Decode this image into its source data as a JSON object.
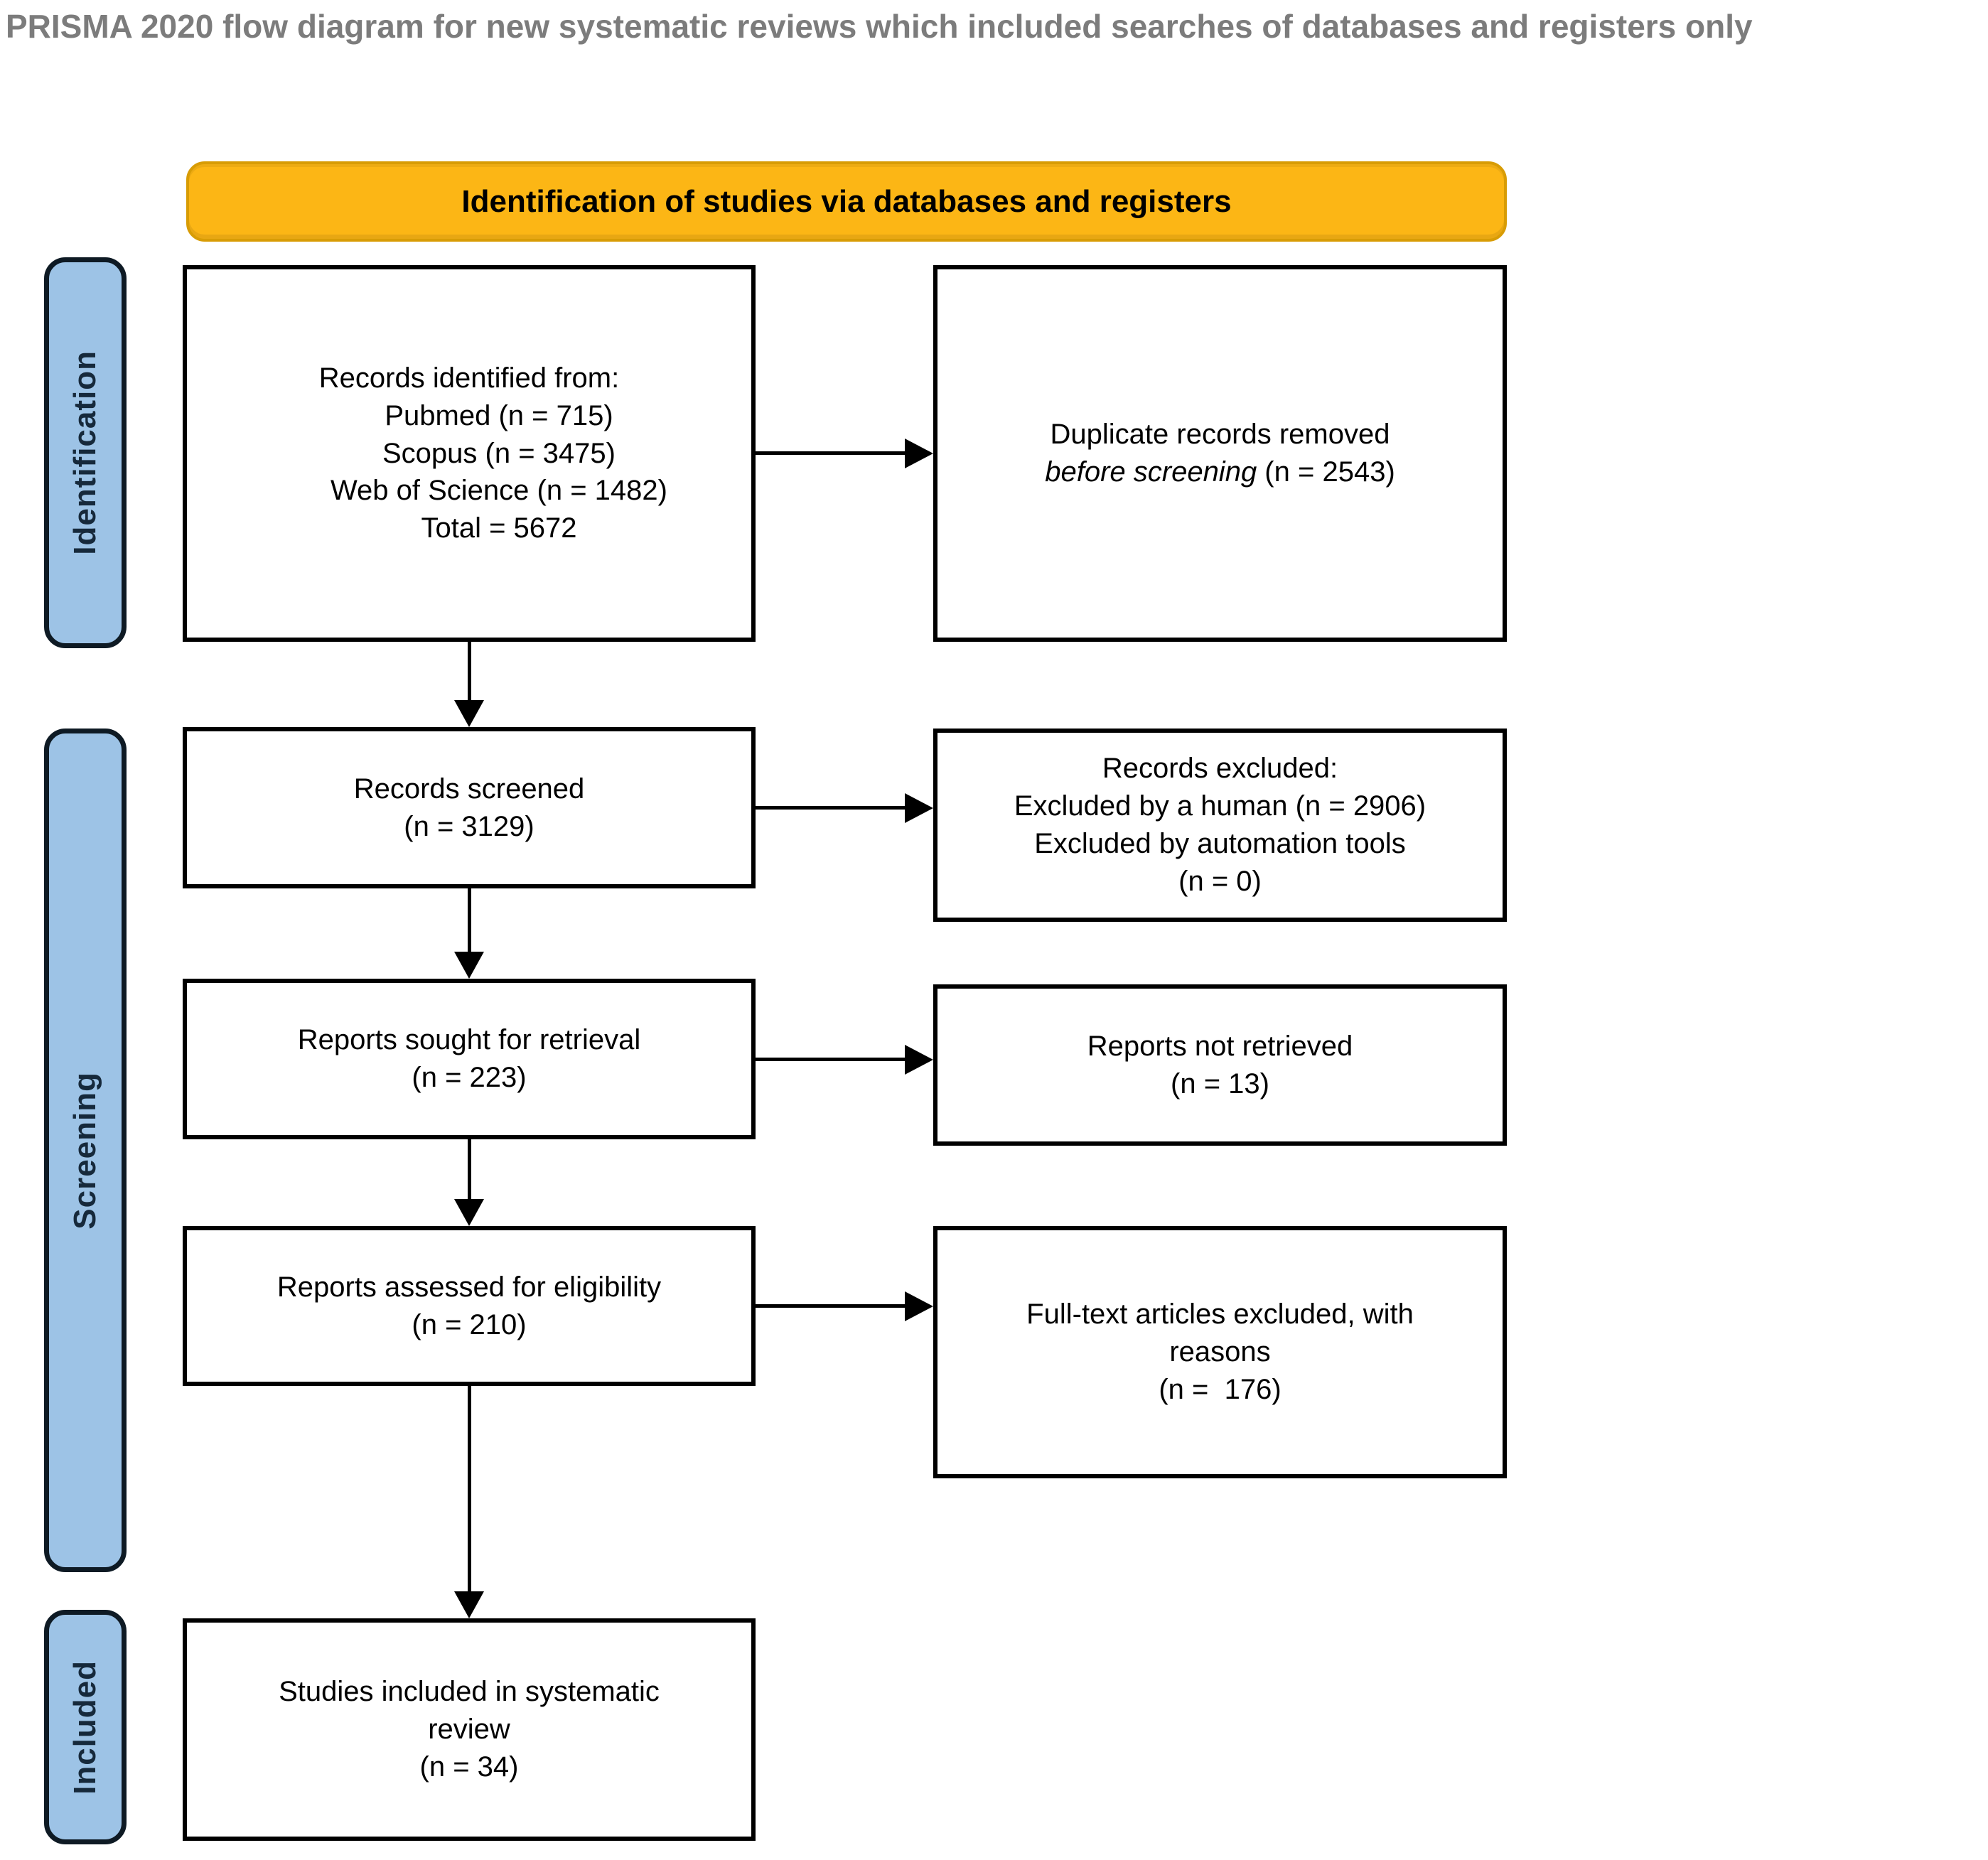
{
  "title": "PRISMA 2020 flow diagram for new systematic reviews which included searches of databases and registers only",
  "header": {
    "label": "Identification of studies via databases and registers"
  },
  "sidebar": {
    "identification": "Identification",
    "screening": "Screening",
    "included": "Included"
  },
  "boxes": {
    "records_identified": {
      "lines": [
        "Records identified from:",
        "Pubmed (n = 715)",
        "Scopus (n = 3475)",
        "Web of Science (n = 1482)",
        "Total = 5672"
      ]
    },
    "duplicates_removed": {
      "line1": "Duplicate records removed",
      "line2_italic": "before screening",
      "line2_rest": " (n = 2543)"
    },
    "records_screened": {
      "lines": [
        "Records screened",
        "(n = 3129)"
      ]
    },
    "records_excluded": {
      "lines": [
        "Records excluded:",
        "Excluded by a human (n = 2906)",
        "Excluded by automation tools",
        "(n = 0)"
      ]
    },
    "reports_sought": {
      "lines": [
        "Reports sought for retrieval",
        "(n = 223)"
      ]
    },
    "reports_not_retrieved": {
      "lines": [
        "Reports not retrieved",
        "(n = 13)"
      ]
    },
    "reports_assessed": {
      "lines": [
        "Reports assessed for eligibility",
        "(n = 210)"
      ]
    },
    "fulltext_excluded": {
      "lines": [
        "Full-text articles excluded, with",
        "reasons",
        "(n =  176)"
      ]
    },
    "studies_included": {
      "lines": [
        "Studies included in systematic",
        "review",
        "(n = 34)"
      ]
    }
  },
  "colors": {
    "title_text": "#7c7c7c",
    "header_fill": "#fcb615",
    "header_border": "#d89c05",
    "tab_fill": "#9dc3e6",
    "tab_border": "#0e1a24",
    "tab_text": "#16293b",
    "box_fill": "#ffffff",
    "box_border": "#000000",
    "box_text": "#000000",
    "arrow": "#000000",
    "background": "#ffffff"
  }
}
